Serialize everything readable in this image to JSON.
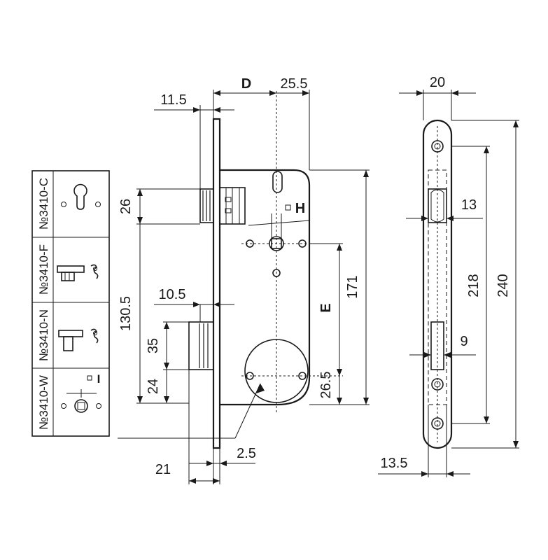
{
  "colors": {
    "line": "#1a1a1a",
    "background": "#ffffff"
  },
  "dimensions": {
    "d": "D",
    "backset": "25.5",
    "faceplate_offset": "11.5",
    "cylinder_height": "26",
    "handle_label": "H",
    "handle_symbol": "square-spindle-icon",
    "e": "E",
    "lock_height": "171",
    "total_center": "130.5",
    "latch_offset": "10.5",
    "latch_height": "35",
    "latch_low": "24",
    "bottom_center": "26.5",
    "width_bottom": "21",
    "faceplate_thickness": "2.5",
    "front_width": "20",
    "front_latch": "13",
    "front_center": "218",
    "front_total": "240",
    "front_bolt": "9",
    "front_thickness": "13.5"
  },
  "variants": [
    {
      "code": "№3410-C",
      "icon": "euro-cylinder-icon"
    },
    {
      "code": "№3410-F",
      "icon": "key-latch-icon"
    },
    {
      "code": "№3410-N",
      "icon": "knob-latch-icon"
    },
    {
      "code": "№3410-W",
      "icon": "wc-turn-icon",
      "mark": "I"
    }
  ]
}
